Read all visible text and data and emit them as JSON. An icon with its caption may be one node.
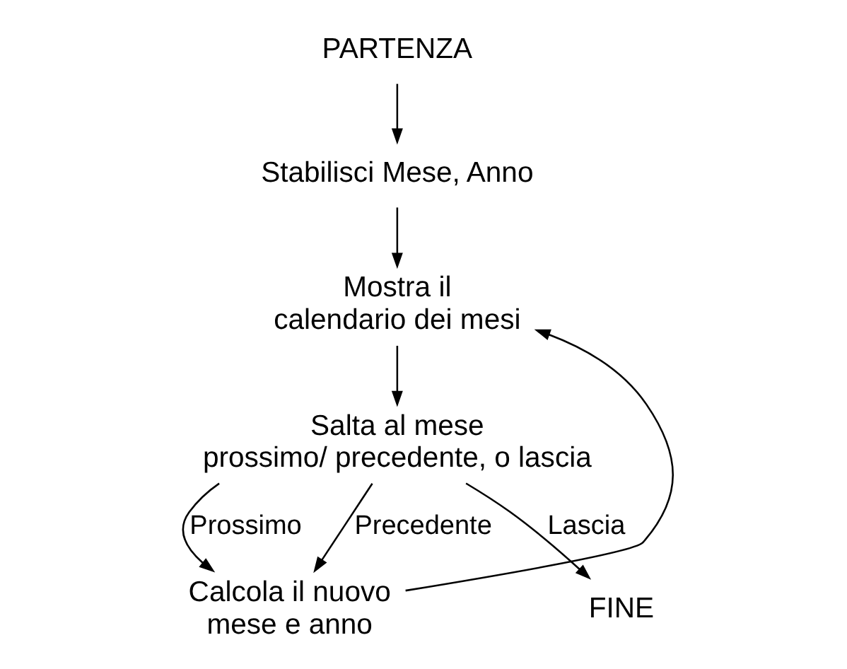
{
  "diagram": {
    "nodes": [
      {
        "text": [
          "PARTENZA"
        ]
      },
      {
        "text": [
          "Stabilisci Mese, Anno"
        ]
      },
      {
        "text": [
          "Mostra il calendario dei mesi"
        ]
      },
      {
        "text": [
          "Salta al mese prossimo/ precedente, o lascia"
        ]
      },
      {
        "text": [
          "Calcola il nuovo mese e anno"
        ]
      },
      {
        "text": [
          "FINE"
        ]
      }
    ],
    "edges": [
      {
        "from": 0,
        "to": 1,
        "arrow": "to"
      },
      {
        "from": 1,
        "to": 2,
        "arrow": "to"
      },
      {
        "from": 2,
        "to": 3,
        "arrow": "to"
      },
      {
        "from": 3,
        "to": 5,
        "arrow": "to",
        "label": "Lascia"
      },
      {
        "from": 3,
        "to": 4,
        "arrow": "to",
        "label": "Prossimo"
      },
      {
        "from": 3,
        "to": 4,
        "arrow": "to",
        "label": "Precedente"
      },
      {
        "from": 4,
        "to": 2,
        "arrow": "to"
      }
    ]
  }
}
